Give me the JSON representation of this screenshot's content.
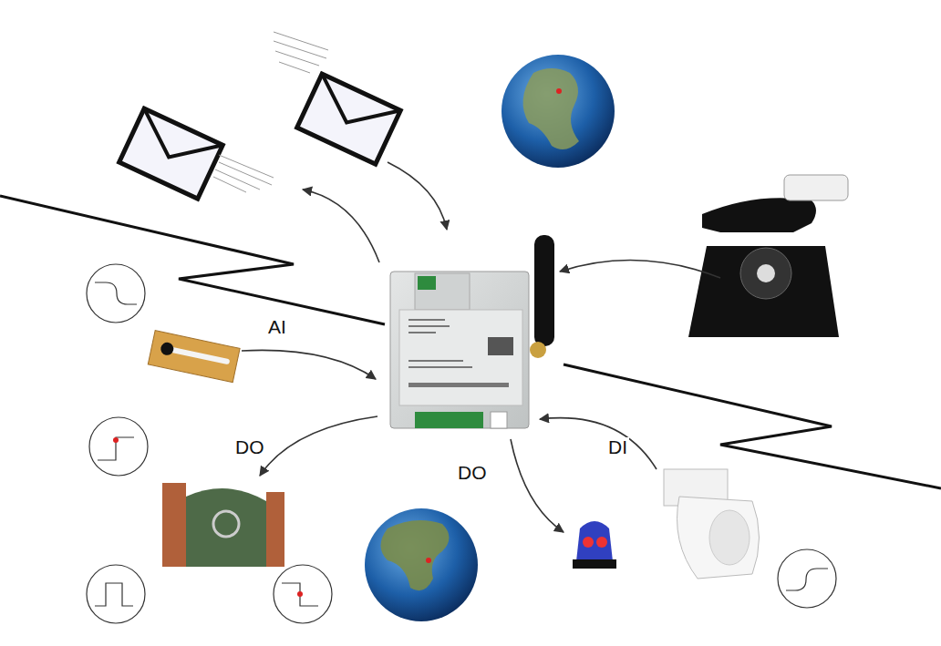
{
  "diagram": {
    "labels": [
      "AI",
      "DO",
      "DO",
      "DI"
    ]
  }
}
